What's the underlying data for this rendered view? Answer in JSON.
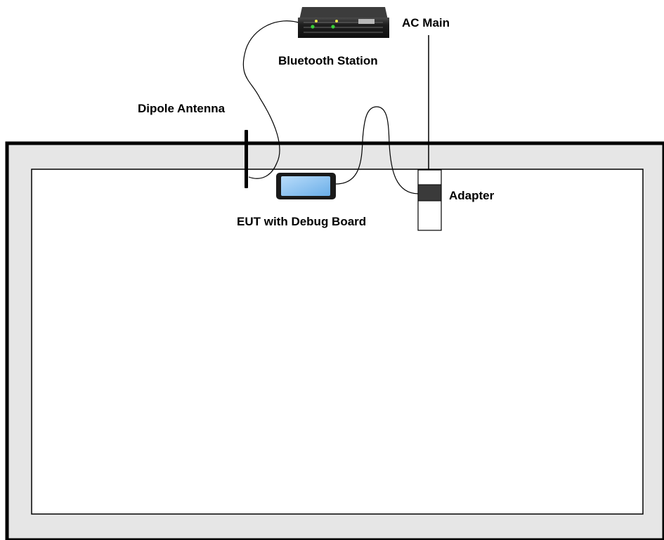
{
  "labels": {
    "ac_main": "AC Main",
    "bluetooth_station": "Bluetooth Station",
    "dipole_antenna": "Dipole Antenna",
    "adapter": "Adapter",
    "eut": "EUT with Debug Board"
  },
  "colors": {
    "chamber_wall": "#e6e6e6",
    "chamber_floor": "#ffffff",
    "outline": "#000000",
    "eut_screen": "#8ec6f4",
    "station_body": "#1e1e1e",
    "led_green": "#39d039",
    "led_yellow": "#e8e84a",
    "adapter_band": "#3a3a3a"
  }
}
